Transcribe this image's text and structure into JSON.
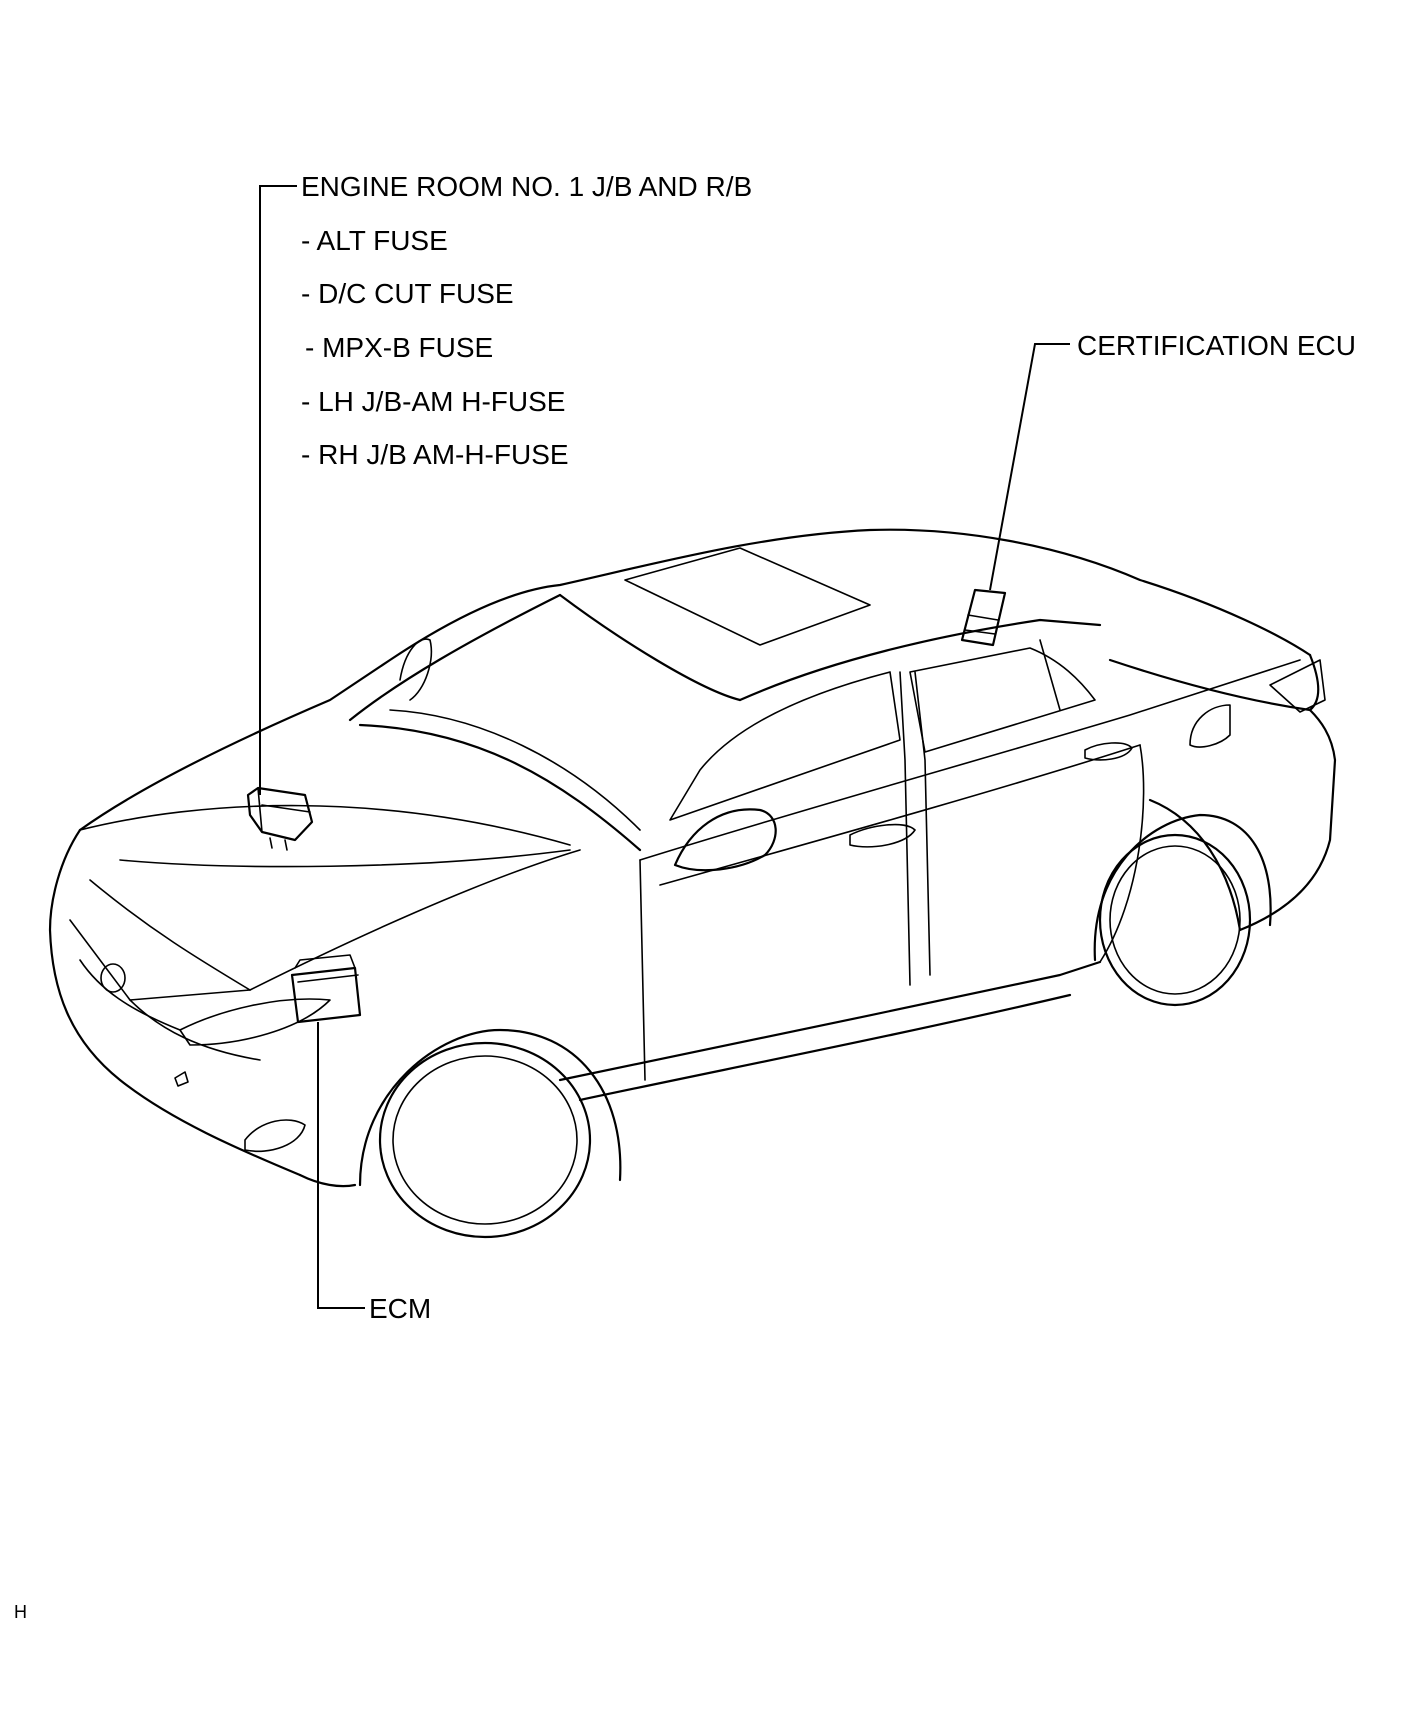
{
  "labels": {
    "engine_room_jb": "ENGINE ROOM NO. 1 J/B AND R/B",
    "fuses": [
      "- ALT FUSE",
      "- D/C CUT FUSE",
      "- MPX-B FUSE",
      "- LH J/B-AM H-FUSE",
      "- RH J/B AM-H-FUSE"
    ],
    "certification_ecu": "CERTIFICATION ECU",
    "ecm": "ECM"
  },
  "figure_ref": "H"
}
